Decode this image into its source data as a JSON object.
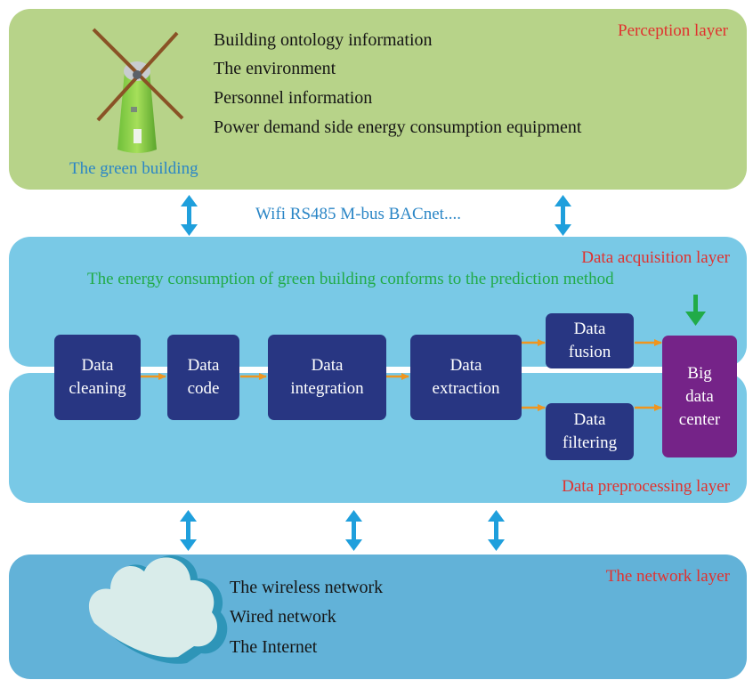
{
  "perception": {
    "layer_label": "Perception layer",
    "items": [
      "Building ontology information",
      "The environment",
      "Personnel information",
      "Power demand side energy consumption equipment"
    ],
    "building_caption": "The green building"
  },
  "protocols": "Wifi RS485 M-bus BACnet....",
  "acquisition": {
    "layer_label": "Data acquisition layer",
    "headline": "The energy consumption of green building conforms to the prediction method"
  },
  "preprocessing": {
    "layer_label": "Data preprocessing layer",
    "boxes": {
      "cleaning": "Data\ncleaning",
      "code": "Data\ncode",
      "integration": "Data\nintegration",
      "extraction": "Data\nextraction",
      "fusion": "Data\nfusion",
      "filtering": "Data\nfiltering",
      "bigdata": "Big\ndata\ncenter"
    }
  },
  "network": {
    "layer_label": "The network layer",
    "items": [
      "The wireless network",
      "Wired network",
      "The Internet"
    ]
  },
  "colors": {
    "perception_bg": "#b7d389",
    "acquisition_bg": "#79c9e6",
    "network_bg": "#62b2d8",
    "process_box": "#283682",
    "bigdata_box": "#752388",
    "flow_arrow": "#f0951e",
    "link_arrow": "#1f9fdc",
    "label_red": "#e0322f",
    "caption_blue": "#2b86c6",
    "headline_green": "#21ab48"
  }
}
